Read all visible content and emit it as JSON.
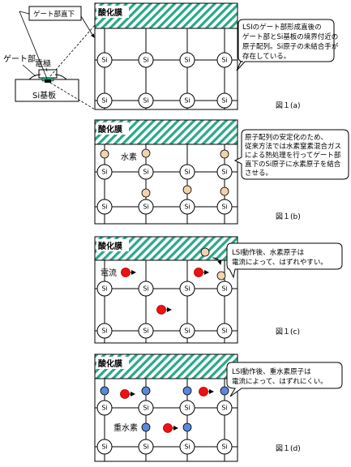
{
  "inset": {
    "callout": "ゲート部直下",
    "gate_label": "ゲート部",
    "electrode_label": "電極",
    "substrate_label": "Si基板"
  },
  "atom_label": "Si",
  "panels": [
    {
      "oxide": "酸化膜",
      "callout": [
        "LSIのゲート部形成直後の",
        "ゲート部とSi基板の境界付近の",
        "原子配列。Si原子の未結合手が",
        "存在している。"
      ],
      "figure": "図１(a)"
    },
    {
      "oxide": "酸化膜",
      "hydrogen_label": "水素",
      "callout": [
        "原子配列の安定化のため、",
        "従来方法では水素窒素混合ガス",
        "による熱処理を行ってゲート部",
        "直下のSi原子に水素原子を結合",
        "させる。"
      ],
      "figure": "図１(b)"
    },
    {
      "oxide": "酸化膜",
      "current_label": "電流",
      "callout": [
        "LSI動作後、水素原子は",
        "電流によって、はずれやすい。"
      ],
      "figure": "図１(c)"
    },
    {
      "oxide": "酸化膜",
      "deuterium_label": "重水素",
      "callout": [
        "LSI動作後、重水素原子は",
        "電流によって、はずれにくい。"
      ],
      "figure": "図１(d)"
    }
  ],
  "colors": {
    "hatch": "#2aa88a",
    "hydrogen": "#f2d2b0",
    "electron": "#ee1111",
    "deuterium": "#5a88e0",
    "line": "#000000"
  }
}
